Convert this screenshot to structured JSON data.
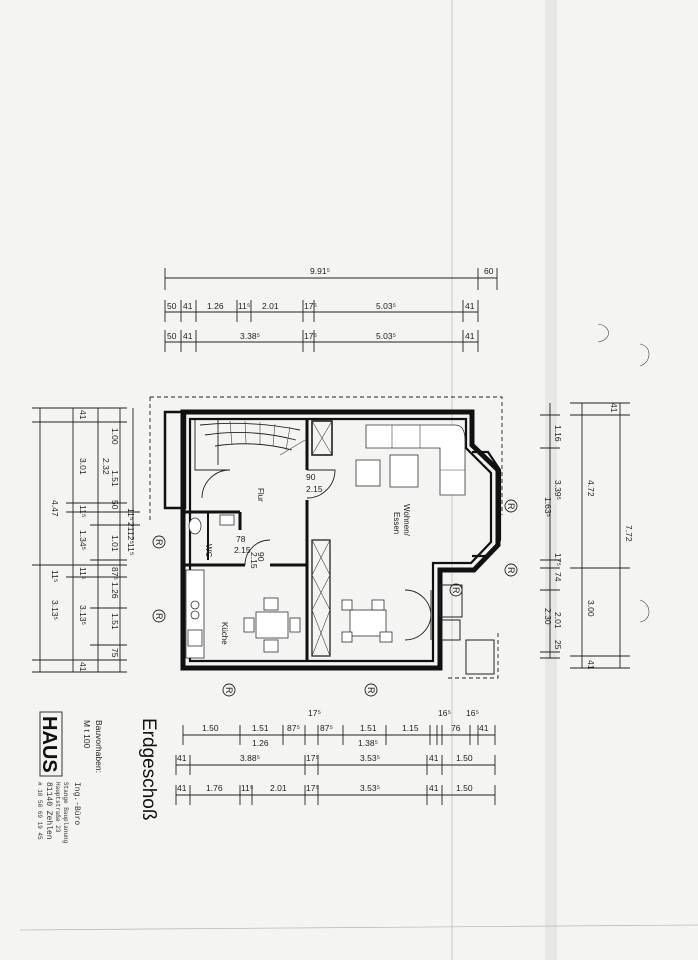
{
  "plan": {
    "title": "Erdgeschoß",
    "owner_label": "Bauvorhaben:",
    "scale_label": "M t 100",
    "stamp": [
      "HAUS",
      "Ing.-Büro",
      "Stange Bauplanung",
      "Hauptstraße 23",
      "81140 Zehlen",
      "# 10 50 69 19 45"
    ],
    "rooms": {
      "flur": "Flur",
      "wohnen": "Wohnen/",
      "essen": "Essen",
      "kueche": "Küche",
      "wc": "WC"
    },
    "door_dims": {
      "flur_door_w": "90",
      "flur_door_h": "2.15",
      "wc_door_w": "78",
      "wc_door_h": "2.15",
      "kue_door_w": "90",
      "kue_door_h": "2.15"
    },
    "r_mark": "R"
  },
  "dims": {
    "top_overall": "9.91⁵",
    "top_overhang": "60",
    "top_row2": [
      "50",
      "41",
      "1.26",
      "11⁵",
      "2.01",
      "17⁵",
      "5.03⁵",
      "41"
    ],
    "top_row3": [
      "50",
      "41",
      "3.38⁵",
      "17⁵",
      "5.03⁵",
      "41"
    ],
    "bot_row1": [
      "1.50",
      "1.51",
      "87⁵",
      "87⁵",
      "1.51",
      "1.15",
      "76",
      "41"
    ],
    "bot_row1_sub": [
      "1.26",
      "1.38⁵",
      "16⁵",
      "16⁵",
      "17⁵"
    ],
    "bot_row2": [
      "41",
      "3.88⁵",
      "17⁵",
      "3.53⁵",
      "41",
      "1.50"
    ],
    "bot_row3": [
      "41",
      "1.76",
      "11⁵",
      "2.01",
      "17⁵",
      "3.53⁵",
      "41",
      "1.50"
    ],
    "left_overall": "4.47",
    "left_col2": [
      "3.01",
      "11⁵",
      "3.13⁵"
    ],
    "left_col3": [
      "41",
      "2.32",
      "11⁵",
      "1.34⁵",
      "11⁵",
      "3.13⁵",
      "41"
    ],
    "left_col4": [
      "1.00",
      "1.51",
      "50",
      "1.01",
      "87⁵",
      "1.26",
      "1.51",
      "75"
    ],
    "left_col5": [
      "11⁵",
      "21",
      "12⁵",
      "11⁵"
    ],
    "right_overall": "7.72",
    "right_col2": [
      "4.72",
      "3.00",
      "41"
    ],
    "right_col1": [
      "1.16",
      "3.39⁵",
      "1.63⁵",
      "17⁵",
      "74",
      "2.01",
      "2.30",
      "25"
    ]
  }
}
